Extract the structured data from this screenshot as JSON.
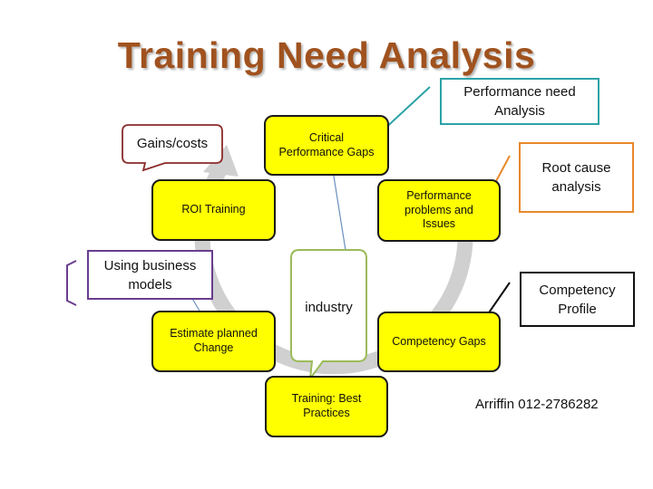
{
  "title": "Training Need Analysis",
  "cycle_nodes": {
    "critical_gaps": "Critical\nPerformance Gaps",
    "performance_problems": "Performance\nproblems and\nIssues",
    "competency_gaps": "Competency Gaps",
    "training_best_practices": "Training:  Best\nPractices",
    "estimate_change": "Estimate planned\nChange",
    "roi_training": "ROI Training"
  },
  "callouts": {
    "performance_need": "Performance need\nAnalysis",
    "root_cause": "Root cause\nanalysis",
    "competency_profile": "Competency\nProfile",
    "gains_costs": "Gains/costs",
    "business_models": "Using business\nmodels",
    "industry": "industry"
  },
  "credit": "Arriffin 012-2786282",
  "colors": {
    "title": "#a0521e",
    "node_fill": "#ffff00",
    "cycle_arrow": "#d0d0d0",
    "teal": "#2ba3a8",
    "orange": "#e8892b",
    "maroon": "#8b2a2a",
    "purple": "#6a3d8f",
    "green": "#9bbb59",
    "blue_arrow": "#6a8fc0"
  }
}
